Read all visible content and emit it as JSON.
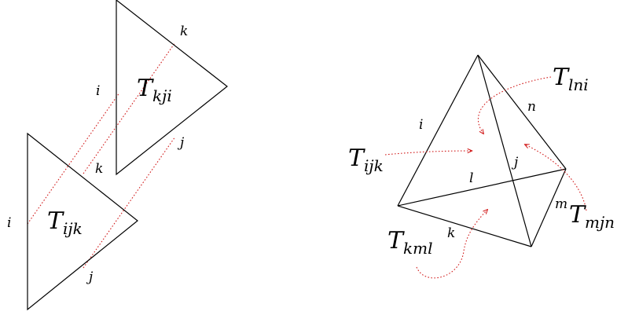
{
  "colors": {
    "stroke": "#000000",
    "correspondence": "#d21e1e",
    "background": "#ffffff"
  },
  "left_figure": {
    "lower_triangle": {
      "name": "T",
      "subscript": "ijk",
      "vertex_labels": {
        "i": "i",
        "j": "j",
        "k": "k"
      }
    },
    "upper_triangle": {
      "name": "T",
      "subscript": "kji",
      "vertex_labels": {
        "k": "k",
        "i": "i",
        "j": "j"
      }
    }
  },
  "right_figure": {
    "edge_labels": {
      "i": "i",
      "j": "j",
      "k": "k",
      "l": "l",
      "m": "m",
      "n": "n"
    },
    "faces": [
      {
        "name": "T",
        "subscript": "lni"
      },
      {
        "name": "T",
        "subscript": "ijk"
      },
      {
        "name": "T",
        "subscript": "kml"
      },
      {
        "name": "T",
        "subscript": "mjn"
      }
    ]
  }
}
